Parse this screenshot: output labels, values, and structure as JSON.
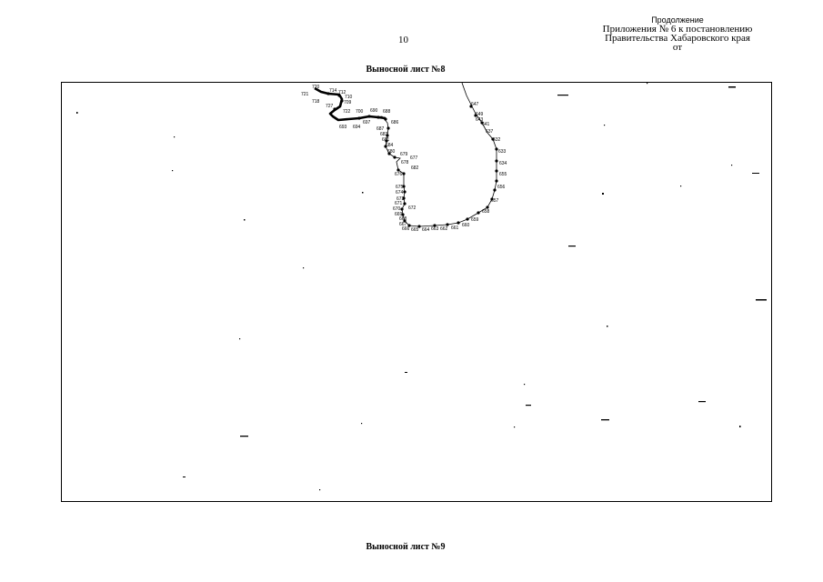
{
  "page_number": "10",
  "header": {
    "line1": "Продолжение",
    "line2": "Приложения № 6 к постановлению",
    "line3": "Правительства Хабаровского края",
    "line4": "от"
  },
  "sheets": {
    "top_title": "Выносной лист №8",
    "bottom_title": "Выносной лист №9"
  },
  "map": {
    "point_labels": [
      "720",
      "721",
      "714",
      "712",
      "710",
      "709",
      "718",
      "727",
      "722",
      "700",
      "690",
      "688",
      "686",
      "693",
      "694",
      "697",
      "687",
      "683",
      "681",
      "684",
      "647",
      "649",
      "643",
      "641",
      "637",
      "632",
      "633",
      "634",
      "655",
      "656",
      "657",
      "658",
      "659",
      "660",
      "661",
      "662",
      "663",
      "664",
      "665",
      "666",
      "667",
      "668",
      "669",
      "670",
      "671",
      "672",
      "673",
      "674",
      "675",
      "676",
      "677",
      "678",
      "679",
      "680",
      "682"
    ]
  }
}
